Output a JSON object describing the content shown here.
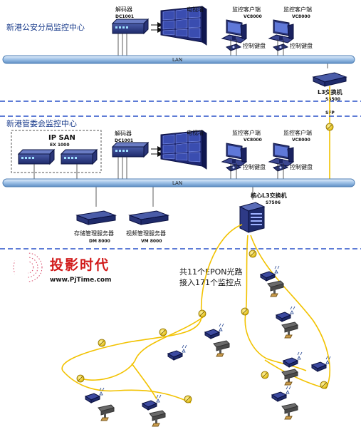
{
  "sections": {
    "police": {
      "title": "新港公安分局监控中心",
      "decoder_label": "解码器",
      "decoder_model": "DC1001",
      "tvwall_label": "电视墙",
      "client_label": "监控客户端",
      "client_model": "VC8000",
      "keyboard_label": "控制键盘",
      "lan_label": "LAN",
      "switch_label": "L3交换机",
      "switch_model": "S5500"
    },
    "committee": {
      "title": "新港管委会监控中心",
      "ipsan_label": "IP SAN",
      "ipsan_model": "EX 1000",
      "decoder_label": "解码器",
      "decoder_model": "DC1001",
      "tvwall_label": "电视墙",
      "client_label": "监控客户端",
      "client_model": "VC8000",
      "keyboard_label": "控制键盘",
      "lan_label": "LAN",
      "core_switch_label": "核心L3交换机",
      "core_switch_model": "S7506",
      "storage_label": "存储管理服务器",
      "storage_model": "DM 8000",
      "video_label": "视频管理服务器",
      "video_model": "VM 8000"
    }
  },
  "sfp_label": "SFP",
  "epon_note_line1": "共11个EPON光路",
  "epon_note_line2": "接入171个监控点",
  "logo": {
    "text": "投影时代",
    "url": "www.PjTime.com"
  },
  "colors": {
    "lan_bar": "#9cc0e6",
    "divider": "#2850c8",
    "fiber": "#f2c200",
    "section_title": "#1a3c8c",
    "logo_red": "#d11a1a"
  }
}
